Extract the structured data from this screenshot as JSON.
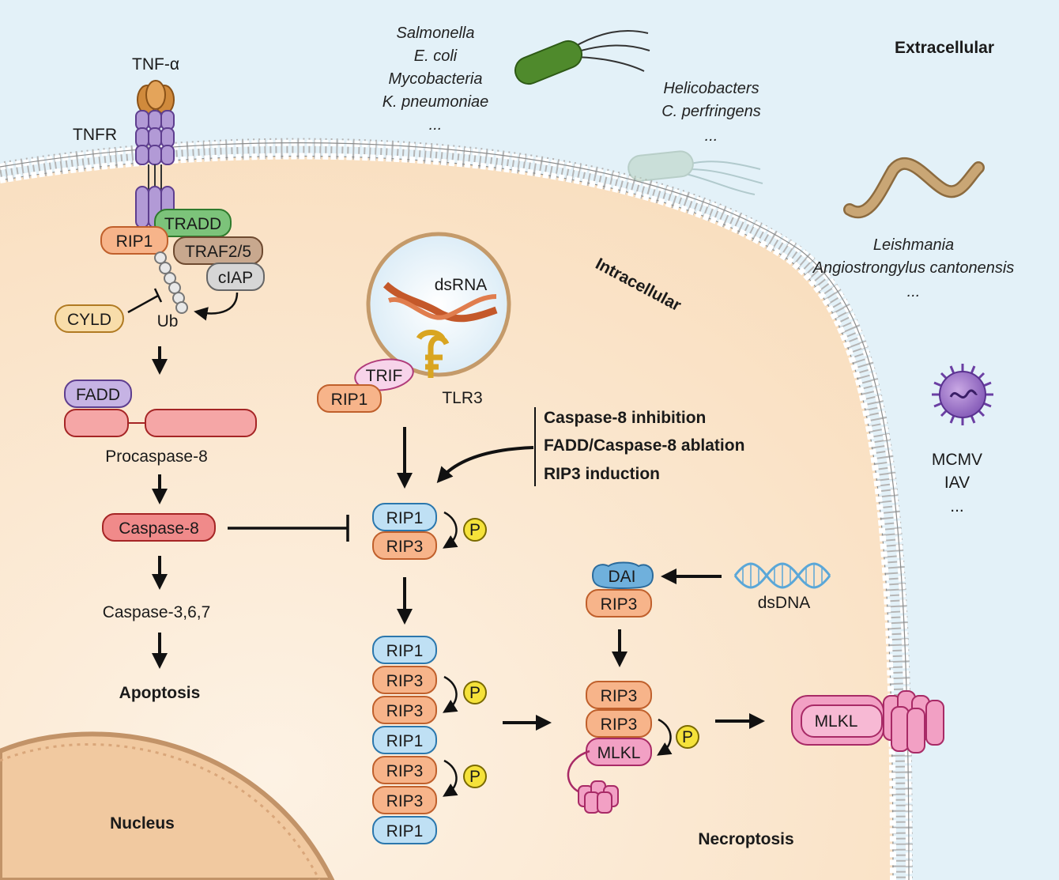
{
  "labels": {
    "extracellular": "Extracellular",
    "intracellular": "Intracellular",
    "tnf_alpha": "TNF-α",
    "tnfr": "TNFR",
    "ub": "Ub",
    "procaspase8": "Procaspase-8",
    "caspase367": "Caspase-3,6,7",
    "apoptosis": "Apoptosis",
    "nucleus": "Nucleus",
    "dsrna": "dsRNA",
    "tlr3": "TLR3",
    "dsdna": "dsDNA",
    "necroptosis": "Necroptosis",
    "phospho": "P"
  },
  "pathogens": {
    "bacteria_group1": [
      "Salmonella",
      "E. coli",
      "Mycobacteria",
      "K. pneumoniae",
      "..."
    ],
    "bacteria_group2": [
      "Helicobacters",
      "C. perfringens",
      "..."
    ],
    "parasites": [
      "Leishmania",
      "Angiostrongylus cantonensis",
      "..."
    ],
    "viruses": [
      "MCMV",
      "IAV",
      "..."
    ]
  },
  "conditions": [
    "Caspase-8 inhibition",
    "FADD/Caspase-8 ablation",
    "RIP3 induction"
  ],
  "proteins": {
    "rip1": "RIP1",
    "rip3": "RIP3",
    "tradd": "TRADD",
    "traf": "TRAF2/5",
    "ciap": "cIAP",
    "cyld": "CYLD",
    "fadd": "FADD",
    "caspase8": "Caspase-8",
    "trif": "TRIF",
    "dai": "DAI",
    "mlkl": "MLKL"
  },
  "colors": {
    "extracellular_bg": "#e3f1f8",
    "cytoplasm": "#fbe6cf",
    "rip1_blue": "#bfe0f4",
    "rip3_orange": "#f7b48a",
    "caspase_red": "#f08a8a",
    "mlkl_pink": "#f2a0c4",
    "phospho_yellow": "#f5e23a"
  }
}
